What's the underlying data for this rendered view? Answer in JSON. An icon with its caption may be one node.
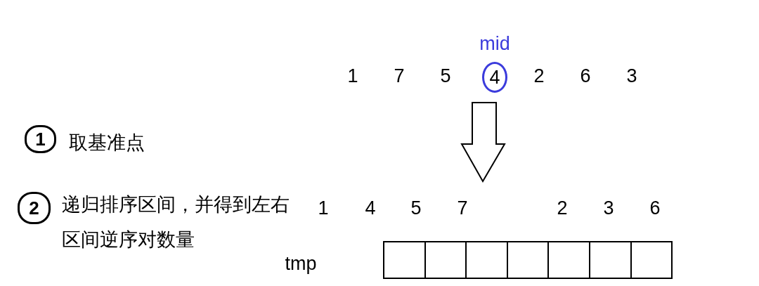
{
  "diagram": {
    "nodes": [
      {
        "text": [
          "4"
        ]
      },
      {
        "text": [
          "1"
        ]
      },
      {
        "text": [
          "2"
        ]
      },
      {
        "text": [],
        "shape": "box"
      },
      {
        "text": [],
        "shape": "box"
      },
      {
        "text": [],
        "shape": "box"
      },
      {
        "text": [],
        "shape": "box"
      },
      {
        "text": [],
        "shape": "box"
      },
      {
        "text": [],
        "shape": "box"
      },
      {
        "text": [],
        "shape": "box"
      }
    ],
    "labels": [
      "mid",
      "1",
      "7",
      "5",
      "2",
      "6",
      "3",
      "取基准点",
      "递归排序区间，并得到左右区间逆序对数量",
      "1",
      "4",
      "5",
      "7",
      "2",
      "3",
      "6",
      "tmp"
    ]
  }
}
